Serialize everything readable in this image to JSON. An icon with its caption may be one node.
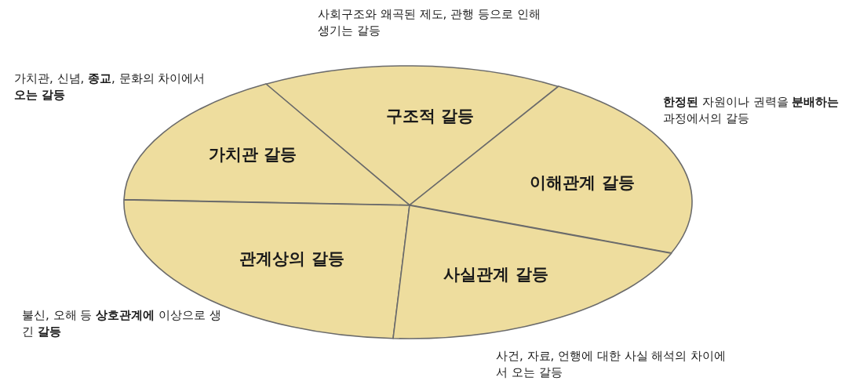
{
  "diagram": {
    "nodes": [
      {
        "text": [
          "구조적 갈등"
        ],
        "beside": [
          "사회구조와 왜곡된 제도, 관행 등으로 인해 생기는 갈등"
        ]
      },
      {
        "text": [
          "가치관 갈등"
        ],
        "beside": [
          "가치관, 신념, **종교**, 문화의 차이에서 **오는 갈등**"
        ]
      },
      {
        "text": [
          "이해관계 갈등"
        ],
        "beside": [
          "**한정된** 자원이나 권력을 **분배하는** 과정에서의 갈등"
        ]
      },
      {
        "text": [
          "관계상의 갈등"
        ],
        "beside": [
          "불신, 오해 등 **상호관계에** 이상으로 생긴 **갈등**"
        ]
      },
      {
        "text": [
          "사실관계 갈등"
        ],
        "beside": [
          "사건, 자료, 언행에 대한 사실 해석의 차이에서 오는 갈등"
        ]
      }
    ]
  }
}
